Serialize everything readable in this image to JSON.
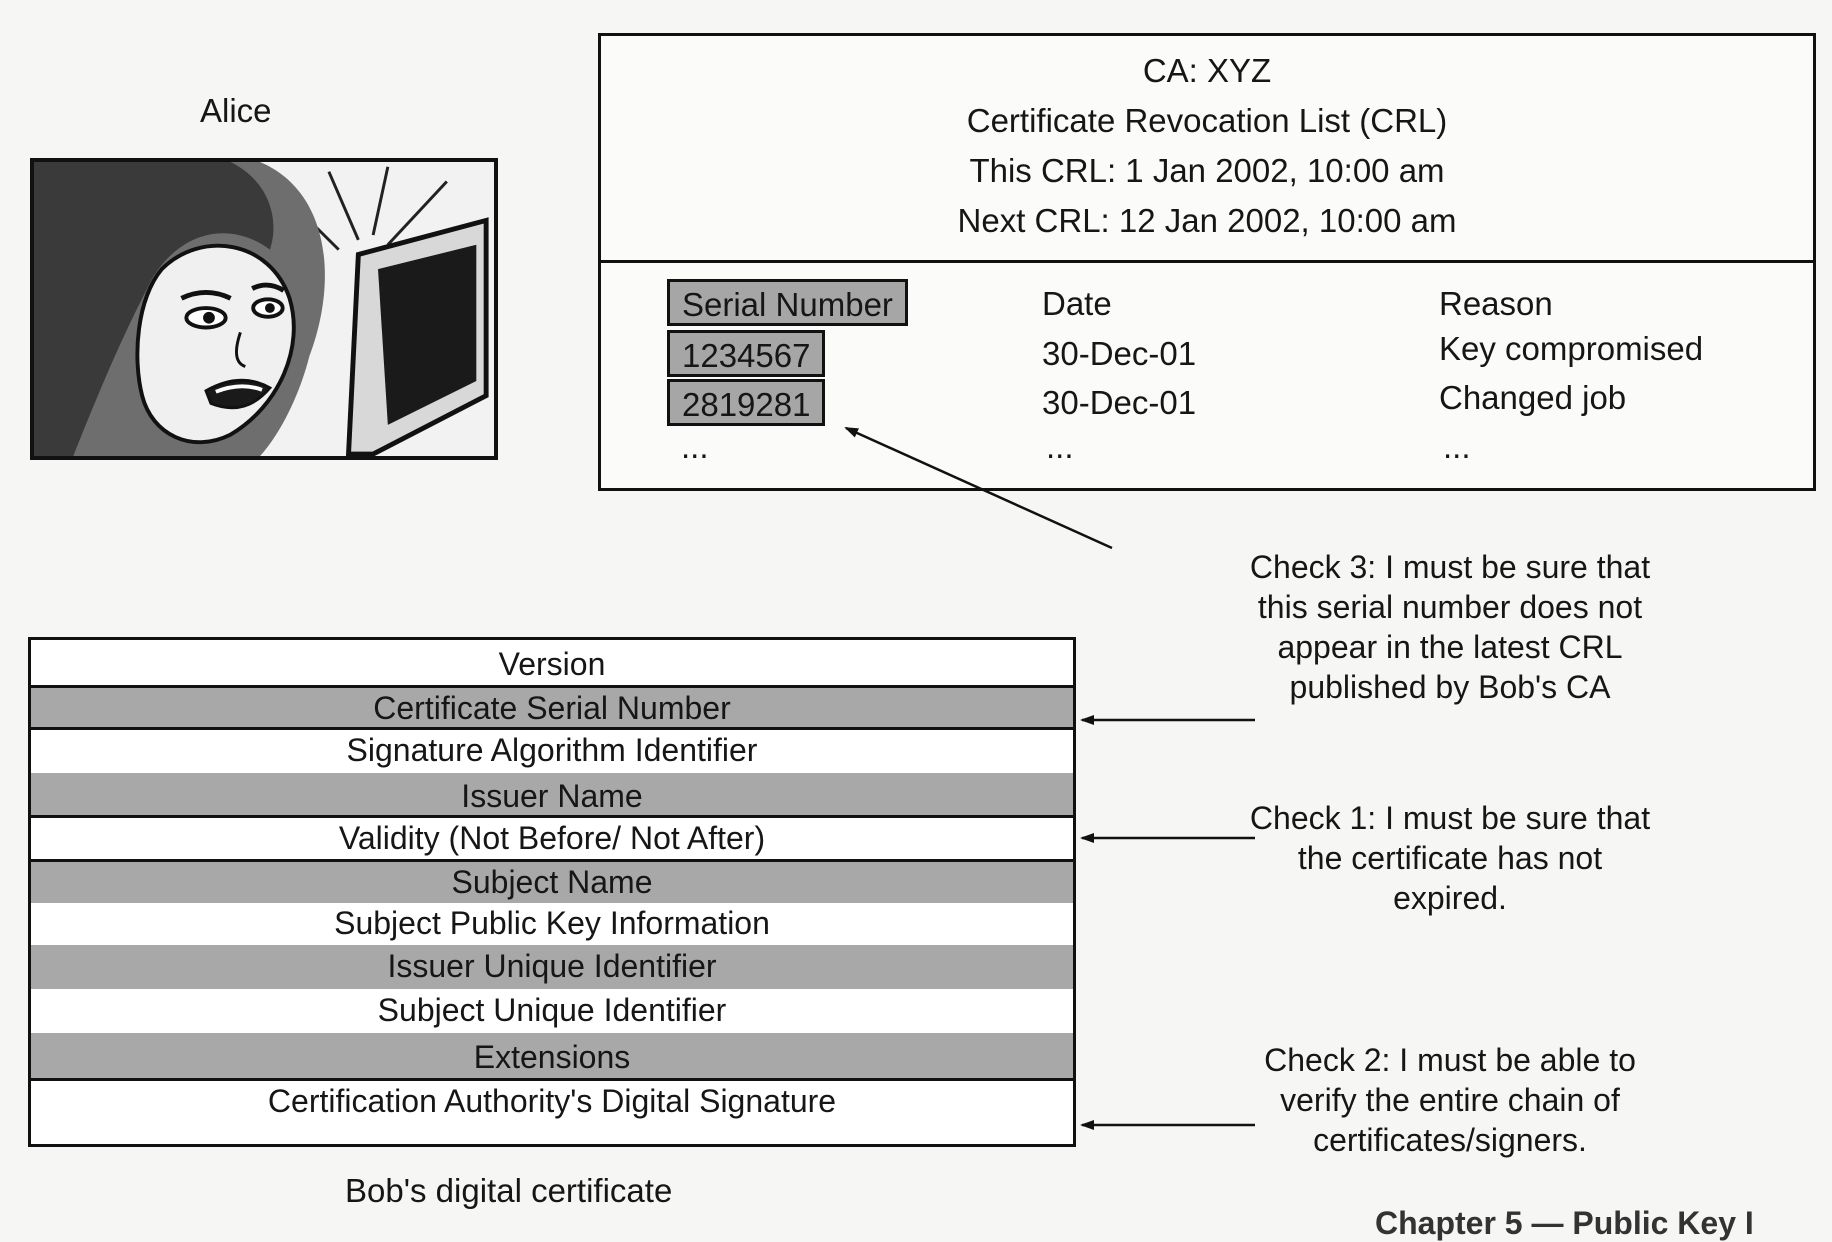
{
  "alice": {
    "label": "Alice"
  },
  "crl": {
    "header_lines": [
      "CA: XYZ",
      "Certificate Revocation List (CRL)",
      "This CRL: 1 Jan 2002, 10:00 am",
      "Next CRL: 12 Jan 2002, 10:00 am"
    ],
    "columns": [
      "Serial Number",
      "Date",
      "Reason"
    ],
    "rows": [
      [
        "1234567",
        "30-Dec-01",
        "Key compromised"
      ],
      [
        "2819281",
        "30-Dec-01",
        "Changed job"
      ],
      [
        "...",
        "...",
        "..."
      ]
    ]
  },
  "certificate": {
    "fields": [
      "Version",
      "Certificate Serial Number",
      "Signature Algorithm Identifier",
      "Issuer Name",
      "Validity (Not Before/ Not After)",
      "Subject Name",
      "Subject Public Key Information",
      "Issuer Unique Identifier",
      "Subject Unique Identifier",
      "Extensions",
      "Certification Authority's Digital Signature"
    ],
    "caption": "Bob's digital certificate"
  },
  "checks": {
    "check3": [
      "Check 3: I must be sure that",
      "this serial number does not",
      "appear in the latest CRL",
      "published by Bob's CA"
    ],
    "check1": [
      "Check 1: I must be sure that",
      "the certificate has not",
      "expired."
    ],
    "check2": [
      "Check 2: I must be able to",
      "verify the entire chain of",
      "certificates/signers."
    ]
  },
  "footer": {
    "text": "Chapter 5 — Public Key I"
  },
  "colors": {
    "shade": "#a8a8a8",
    "line": "#111111"
  }
}
